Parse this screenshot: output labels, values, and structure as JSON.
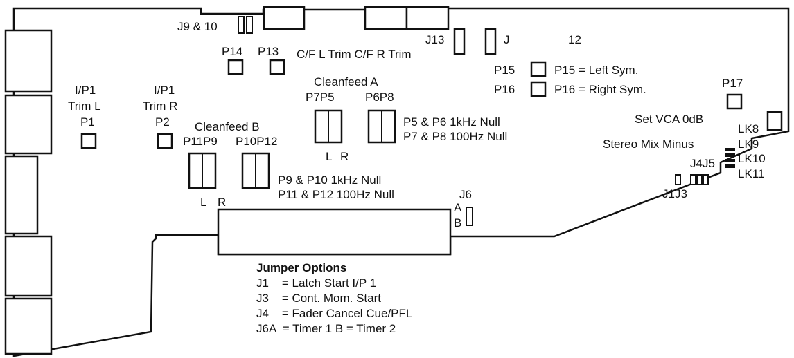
{
  "labels": {
    "j9_10": "J9 & 10",
    "p14": "P14",
    "p13": "P13",
    "cf_trim": "C/F L Trim C/F R Trim",
    "j13": "J13",
    "j": "J",
    "j12": "12",
    "p15": "P15",
    "p15_desc": "P15 = Left Sym.",
    "p16": "P16",
    "p16_desc": "P16 = Right Sym.",
    "p17": "P17",
    "set_vca": "Set VCA 0dB",
    "ip1_trim_l_1": "I/P1",
    "ip1_trim_l_2": "Trim L",
    "p1": "P1",
    "ip1_trim_r_1": "I/P1",
    "ip1_trim_r_2": "Trim R",
    "p2": "P2",
    "cleanfeed_a": "Cleanfeed A",
    "p7p5": "P7P5",
    "p6p8": "P6P8",
    "null_a_1": "P5 & P6 1kHz Null",
    "null_a_2": "P7 & P8 100Hz Null",
    "l_a": "L",
    "r_a": "R",
    "cleanfeed_b": "Cleanfeed B",
    "p11p9": "P11P9",
    "p10p12": "P10P12",
    "null_b_1": "P9 & P10 1kHz Null",
    "null_b_2": "P11 & P12 100Hz Null",
    "l_b": "L",
    "r_b": "R",
    "lk8": "LK8",
    "stereo_mix_minus": "Stereo Mix Minus",
    "lk9": "LK9",
    "j4j5": "J4J5",
    "lk10": "LK10",
    "lk11": "LK11",
    "j1j3": "J1J3",
    "j6": "J6",
    "j6_a": "A",
    "j6_b": "B"
  },
  "jumper_options": {
    "title": "Jumper Options",
    "rows": [
      "J1    = Latch Start I/P 1",
      "J3    = Cont. Mom. Start",
      "J4    = Fader Cancel Cue/PFL",
      "J6A  = Timer 1 B = Timer 2"
    ]
  }
}
